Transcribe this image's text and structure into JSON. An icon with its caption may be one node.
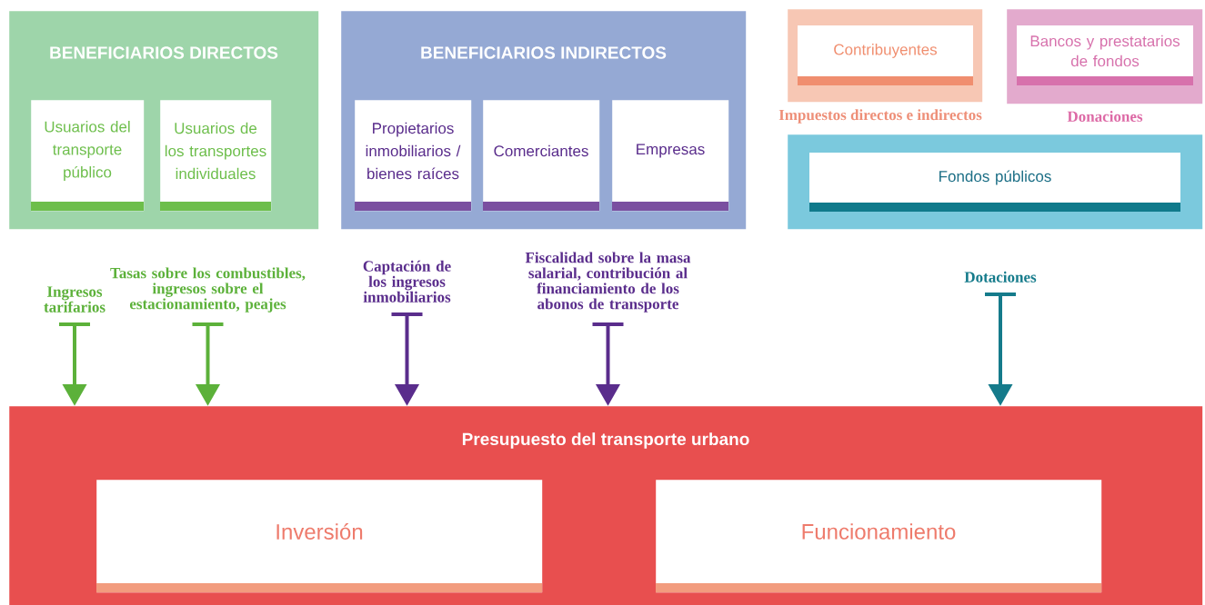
{
  "diagram": {
    "nodes": [
      {
        "text": [
          "BENEFICIARIOS DIRECTOS"
        ]
      },
      {
        "text": [
          "Usuarios del transporte público"
        ],
        "in": 0
      },
      {
        "text": [
          "Usuarios de los transportes individuales"
        ],
        "in": 0
      },
      {
        "text": [
          "BENEFICIARIOS INDIRECTOS"
        ]
      },
      {
        "text": [
          "Propietarios inmobiliarios / bienes raíces"
        ],
        "in": 3
      },
      {
        "text": [
          "Comerciantes"
        ],
        "in": 3
      },
      {
        "text": [
          "Empresas"
        ],
        "in": 3
      },
      {
        "text": [
          "Contribuyentes"
        ],
        "beside": [
          "Impuestos directos e indirectos"
        ]
      },
      {
        "text": [
          "Bancos y prestatarios de fondos"
        ],
        "beside": [
          "Donaciones"
        ]
      },
      {
        "text": [
          "Fondos públicos"
        ]
      },
      {
        "text": [
          "Presupuesto del transporte urbano"
        ]
      },
      {
        "text": [
          "Inversión"
        ],
        "in": 10
      },
      {
        "text": [
          "Funcionamiento"
        ],
        "in": 10
      },
      {
        "text": [
          "Ingresos tarifarios"
        ]
      },
      {
        "text": [
          "Tasas sobre los combustibles, ingresos sobre el estacionamiento, peajes"
        ]
      },
      {
        "text": [
          "Captación de los ingresos inmobiliarios"
        ]
      },
      {
        "text": [
          "Fiscalidad sobre la masa salarial, contribución al financiamiento de los abonos de transporte"
        ]
      },
      {
        "text": [
          "Dotaciones"
        ]
      }
    ],
    "edges": [
      {
        "from": 13,
        "to": 10,
        "arrow": "to",
        "color": "#5cb13a"
      },
      {
        "from": 14,
        "to": 10,
        "arrow": "to",
        "color": "#5cb13a"
      },
      {
        "from": 15,
        "to": 10,
        "arrow": "to",
        "color": "#5a2d8c"
      },
      {
        "from": 16,
        "to": 10,
        "arrow": "to",
        "color": "#5a2d8c"
      },
      {
        "from": 17,
        "to": 10,
        "arrow": "to",
        "color": "#157b8b"
      }
    ]
  }
}
